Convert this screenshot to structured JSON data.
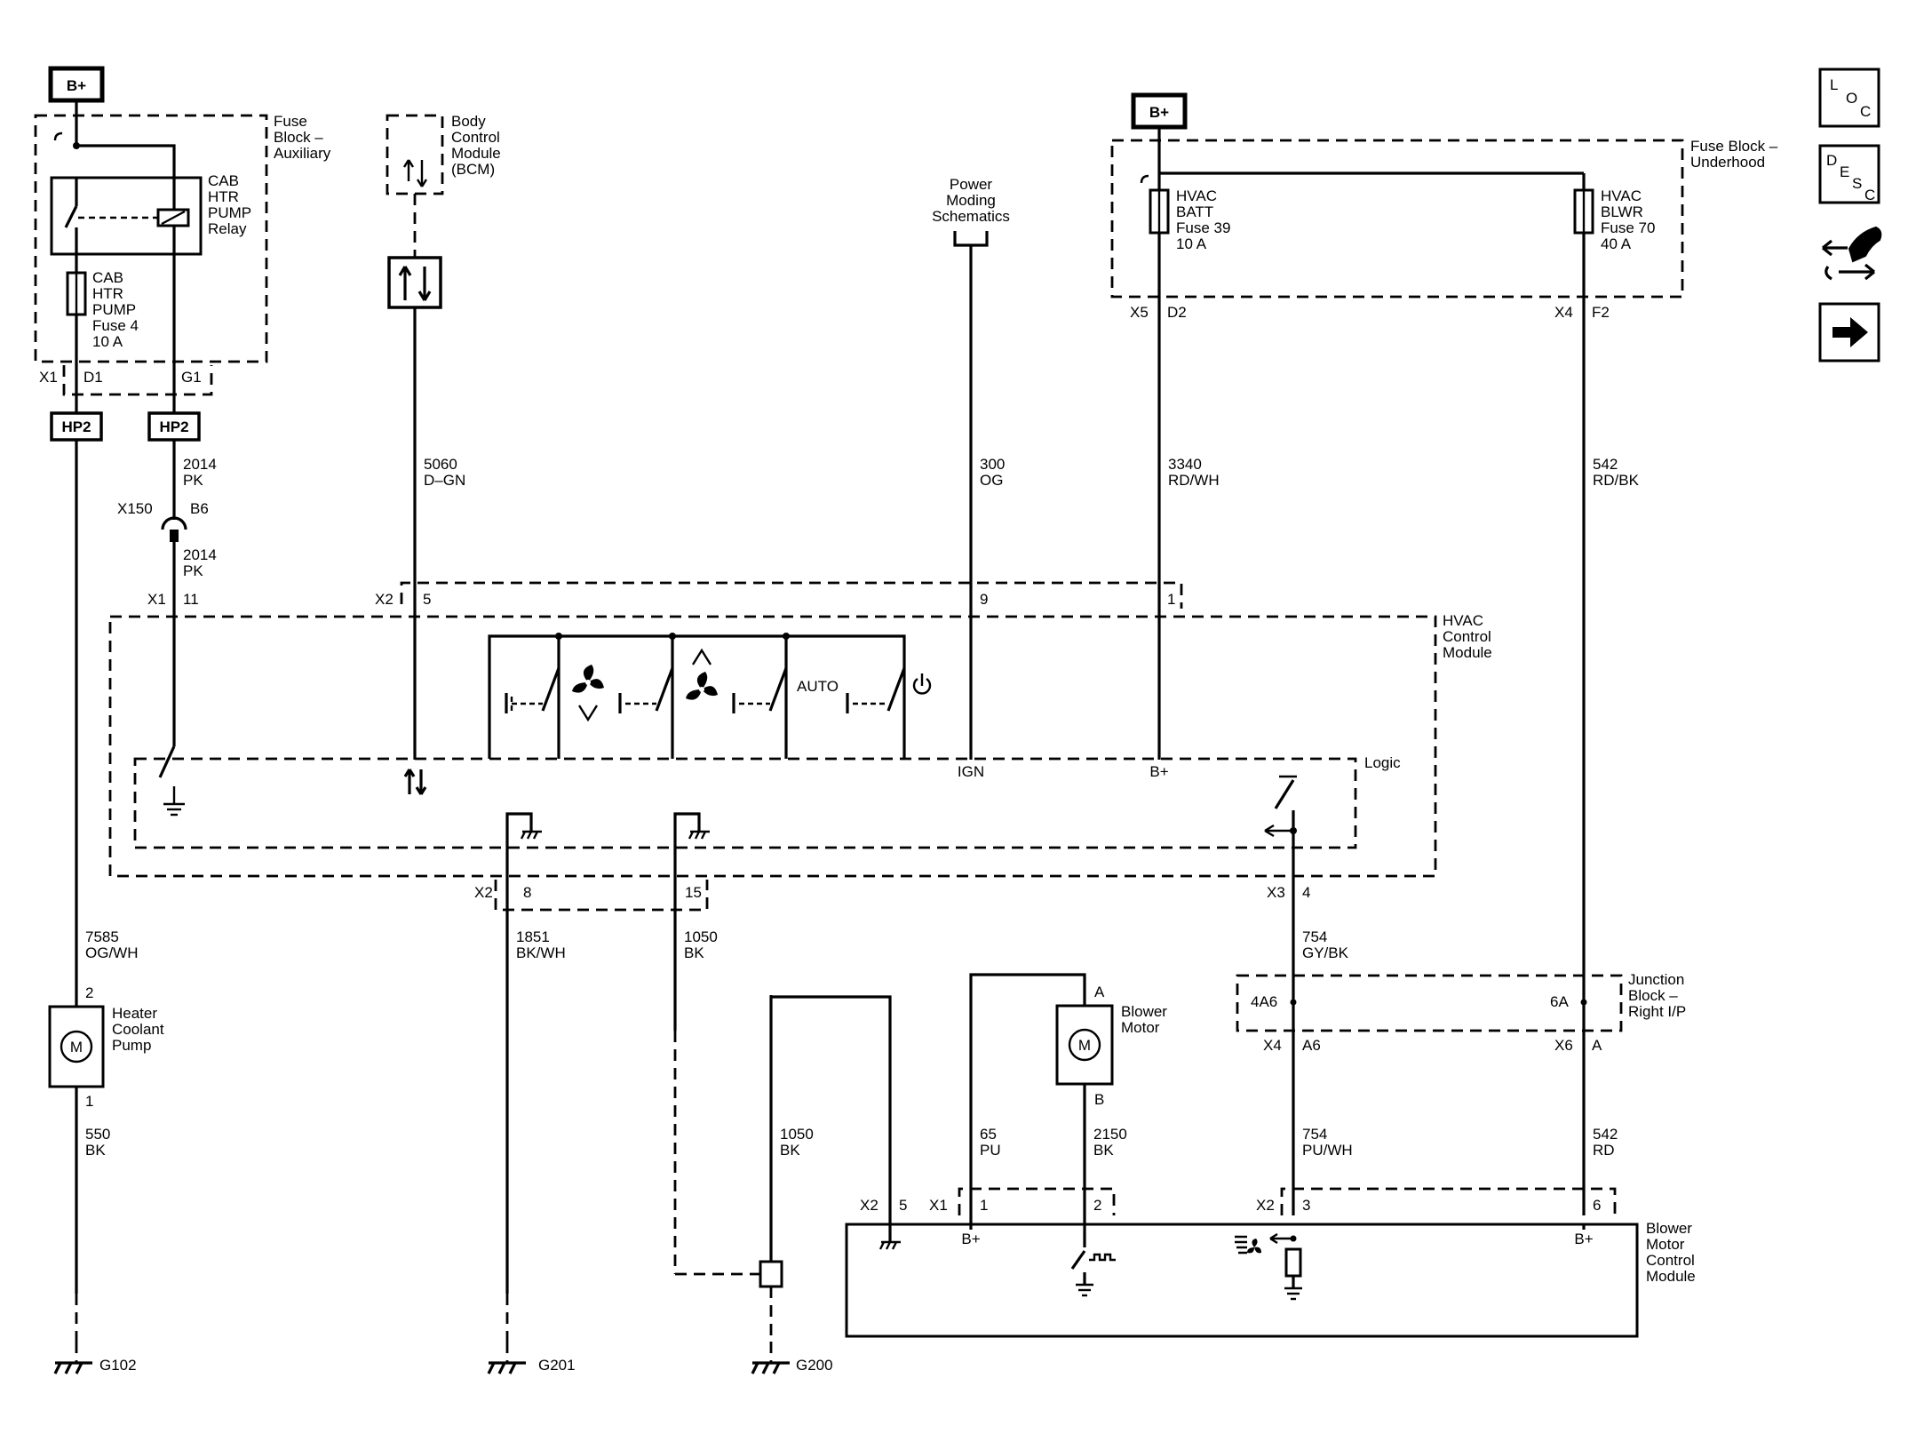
{
  "badges": {
    "bplus": "B+",
    "hp2": "HP2"
  },
  "nav": {
    "loc": [
      "L",
      "O",
      "C"
    ],
    "desc": [
      "D",
      "E",
      "S",
      "C"
    ]
  },
  "components": {
    "fuse_block_aux": [
      "Fuse",
      "Block –",
      "Auxiliary"
    ],
    "relay": [
      "CAB",
      "HTR",
      "PUMP",
      "Relay"
    ],
    "fuse4": [
      "CAB",
      "HTR",
      "PUMP",
      "Fuse 4",
      "10 A"
    ],
    "bcm": [
      "Body",
      "Control",
      "Module",
      "(BCM)"
    ],
    "power_moding": [
      "Power",
      "Moding",
      "Schematics"
    ],
    "fuse_block_uh": [
      "Fuse Block –",
      "Underhood"
    ],
    "fuse39": [
      "HVAC",
      "BATT",
      "Fuse 39",
      "10 A"
    ],
    "fuse70": [
      "HVAC",
      "BLWR",
      "Fuse 70",
      "40 A"
    ],
    "hvac_module": [
      "HVAC",
      "Control",
      "Module"
    ],
    "logic": "Logic",
    "auto": "AUTO",
    "ign": "IGN",
    "bplus_pin": "B+",
    "heater_pump": [
      "Heater",
      "Coolant",
      "Pump"
    ],
    "motor_m": "M",
    "blower_motor": [
      "Blower",
      "Motor"
    ],
    "junction_block": [
      "Junction",
      "Block –",
      "Right I/P"
    ],
    "bmcm": [
      "Blower",
      "Motor",
      "Control",
      "Module"
    ]
  },
  "wires": {
    "w2014a": [
      "2014",
      "PK"
    ],
    "w2014b": [
      "2014",
      "PK"
    ],
    "w5060": [
      "5060",
      "D–GN"
    ],
    "w300": [
      "300",
      "OG"
    ],
    "w3340": [
      "3340",
      "RD/WH"
    ],
    "w542a": [
      "542",
      "RD/BK"
    ],
    "w7585": [
      "7585",
      "OG/WH"
    ],
    "w1851": [
      "1851",
      "BK/WH"
    ],
    "w1050a": [
      "1050",
      "BK"
    ],
    "w754a": [
      "754",
      "GY/BK"
    ],
    "w550": [
      "550",
      "BK"
    ],
    "w1050b": [
      "1050",
      "BK"
    ],
    "w65": [
      "65",
      "PU"
    ],
    "w2150": [
      "2150",
      "BK"
    ],
    "w754b": [
      "754",
      "PU/WH"
    ],
    "w542b": [
      "542",
      "RD"
    ]
  },
  "connectors": {
    "x1": "X1",
    "d1": "D1",
    "g1": "G1",
    "x150": "X150",
    "b6": "B6",
    "x1_11": [
      "X1",
      "11"
    ],
    "x2_5": [
      "X2",
      "5"
    ],
    "p9": "9",
    "p1": "1",
    "x5": "X5",
    "d2": "D2",
    "x4": "X4",
    "f2": "F2",
    "x2_8": [
      "X2",
      "8"
    ],
    "p15": "15",
    "x3_4": [
      "X3",
      "4"
    ],
    "pump_2": "2",
    "pump_1": "1",
    "motor_a": "A",
    "motor_b": "B",
    "jb_4a6": "4A6",
    "jb_6a": "6A",
    "x4_a6": [
      "X4",
      "A6"
    ],
    "x6_a": [
      "X6",
      "A"
    ],
    "bm_x2_5": [
      "X2",
      "5"
    ],
    "bm_x1_1": [
      "X1",
      "1"
    ],
    "bm_2": "2",
    "bm_x2_3": [
      "X2",
      "3"
    ],
    "bm_6": "6"
  },
  "grounds": {
    "g102": "G102",
    "g201": "G201",
    "g200": "G200"
  }
}
